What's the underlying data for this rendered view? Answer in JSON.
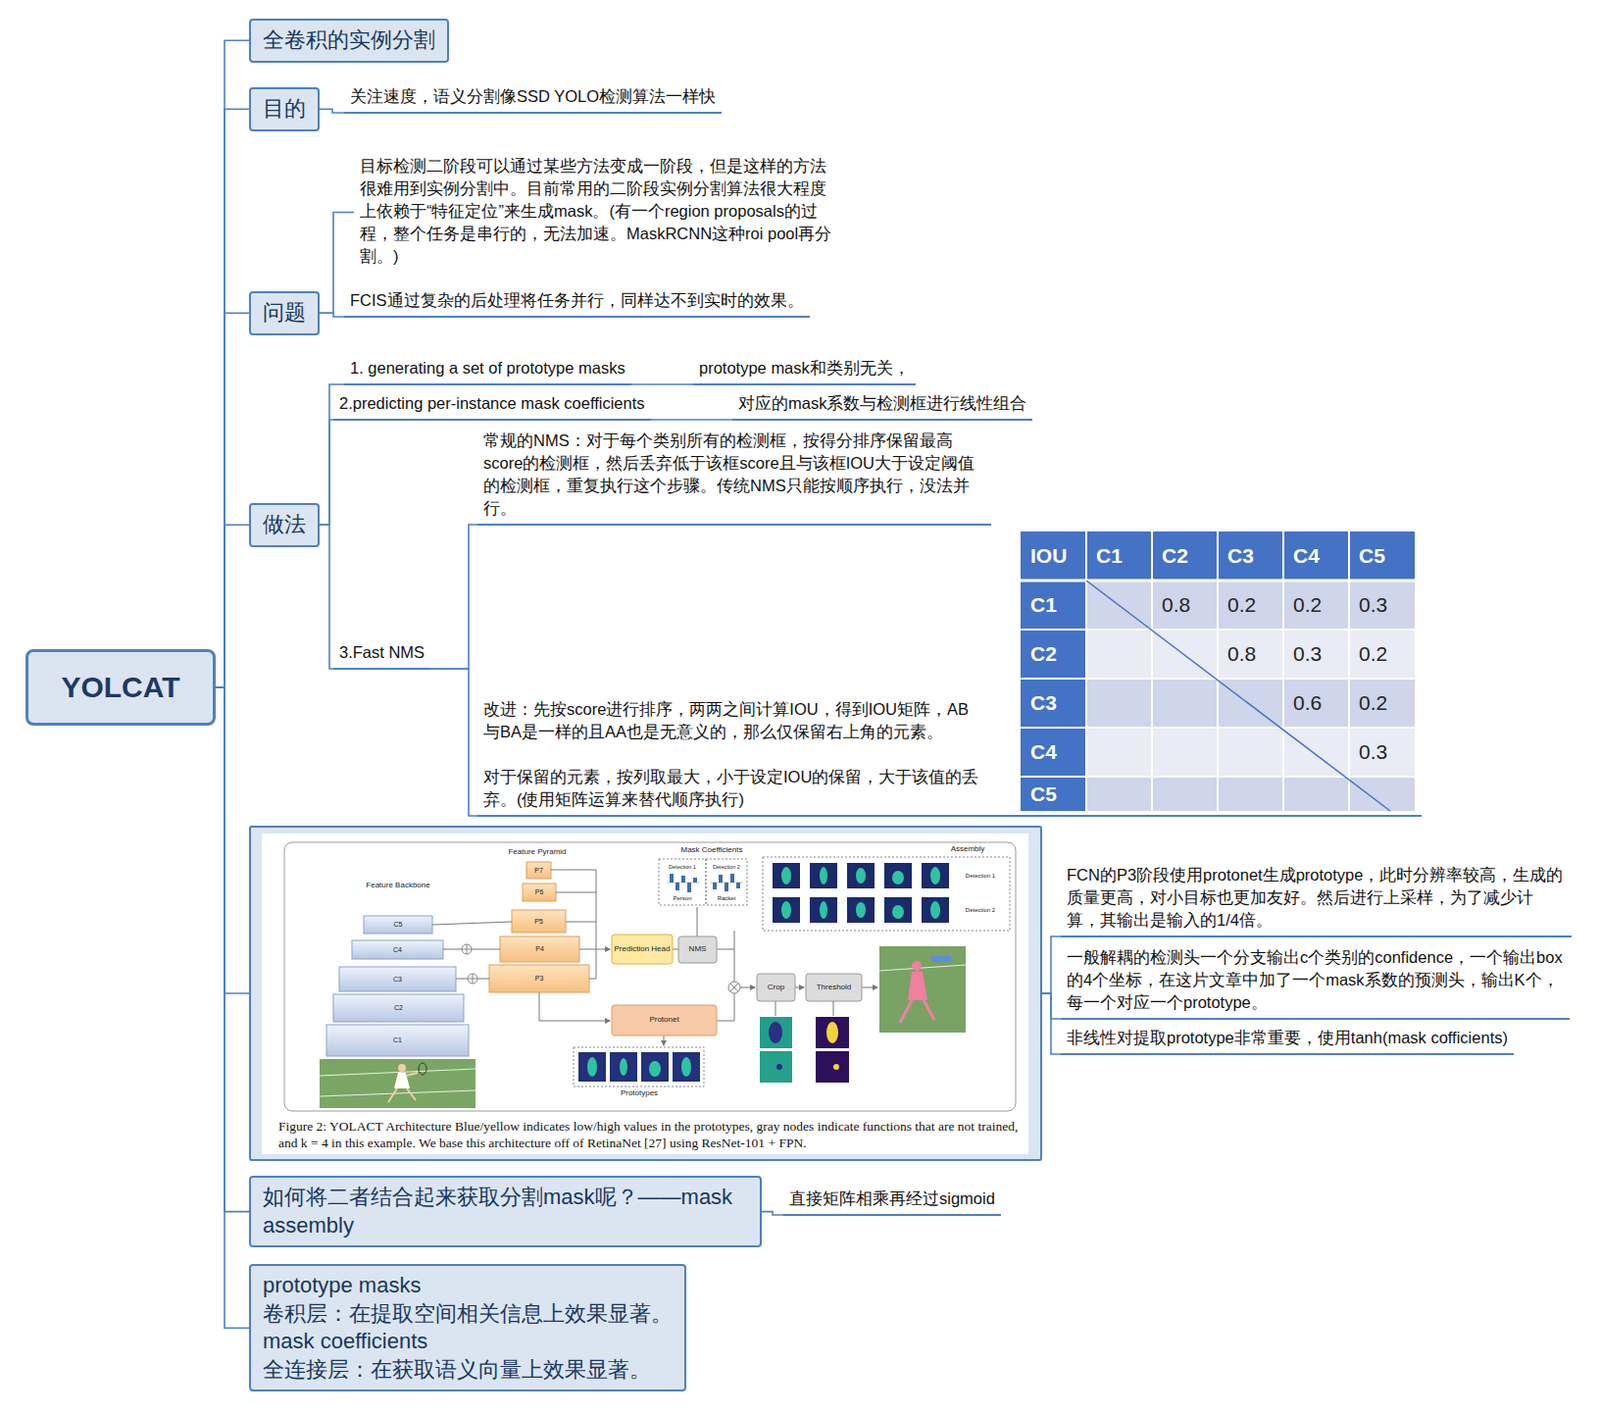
{
  "diagram": {
    "nodes": [
      {
        "text": [
          "YOLCAT"
        ]
      },
      {
        "text": [
          "全卷积的实例分割"
        ]
      },
      {
        "text": [
          "目的"
        ]
      },
      {
        "text": [
          "关注速度，语义分割像SSD YOLO检测算法一样快"
        ]
      },
      {
        "text": [
          "问题"
        ]
      },
      {
        "text": [
          "目标检测二阶段可以通过某些方法变成一阶段，但是这样的方法很难用到实例分割中。目前常用的二阶段实例分割算法很大程度上依赖于“特征定位”来生成mask。(有一个region proposals的过程，整个任务是串行的，无法加速。MaskRCNN这种roi pool再分割。)"
        ]
      },
      {
        "text": [
          "FCIS通过复杂的后处理将任务并行，同样达不到实时的效果。"
        ]
      },
      {
        "text": [
          "做法"
        ]
      },
      {
        "text": [
          "1. generating a set of prototype masks"
        ]
      },
      {
        "text": [
          "prototype mask和类别无关，"
        ]
      },
      {
        "text": [
          "2.predicting per-instance mask coefficients"
        ]
      },
      {
        "text": [
          "对应的mask系数与检测框进行线性组合"
        ]
      },
      {
        "text": [
          "3.Fast NMS"
        ]
      },
      {
        "text": [
          "常规的NMS：对于每个类别所有的检测框，按得分排序保留最高score的检测框，然后丢弃低于该框score且与该框IOU大于设定阈值的检测框，重复执行这个步骤。传统NMS只能按顺序执行，没法并行。"
        ]
      },
      {
        "text": [
          "改进：先按score进行排序，两两之间计算IOU，得到IOU矩阵，AB与BA是一样的且AA也是无意义的，那么仅保留右上角的元素。",
          "对于保留的元素，按列取最大，小于设定IOU的保留，大于该值的丢弃。(使用矩阵运算来替代顺序执行)"
        ]
      },
      {
        "text": [
          "Figure 2: YOLACT Architecture Blue/yellow indicates low/high values in the prototypes, gray nodes indicate functions that are not trained, and k = 4 in this example. We base this architecture off of RetinaNet [27] using ResNet-101 + FPN."
        ]
      },
      {
        "text": [
          "FCN的P3阶段使用protonet生成prototype，此时分辨率较高，生成的质量更高，对小目标也更加友好。然后进行上采样，为了减少计算，其输出是输入的1/4倍。"
        ]
      },
      {
        "text": [
          "一般解耦的检测头一个分支输出c个类别的confidence，一个输出box的4个坐标，在这片文章中加了一个mask系数的预测头，输出K个，每一个对应一个prototype。"
        ]
      },
      {
        "text": [
          "非线性对提取prototype非常重要，使用tanh(mask cofficients)"
        ]
      },
      {
        "text": [
          "如何将二者结合起来获取分割mask呢？——mask assembly"
        ]
      },
      {
        "text": [
          "直接矩阵相乘再经过sigmoid"
        ]
      },
      {
        "text": [
          "prototype masks",
          "卷积层：在提取空间相关信息上效果显著。",
          "mask coefficients",
          "全连接层：在获取语义向量上效果显著。"
        ]
      }
    ],
    "edges": [
      {
        "from": 0,
        "to": 1,
        "arrow": "none"
      },
      {
        "from": 0,
        "to": 2,
        "arrow": "none"
      },
      {
        "from": 2,
        "to": 3,
        "arrow": "none"
      },
      {
        "from": 0,
        "to": 4,
        "arrow": "none"
      },
      {
        "from": 4,
        "to": 5,
        "arrow": "none"
      },
      {
        "from": 4,
        "to": 6,
        "arrow": "none"
      },
      {
        "from": 0,
        "to": 7,
        "arrow": "none"
      },
      {
        "from": 7,
        "to": 8,
        "arrow": "none"
      },
      {
        "from": 8,
        "to": 9,
        "arrow": "none"
      },
      {
        "from": 7,
        "to": 10,
        "arrow": "none"
      },
      {
        "from": 10,
        "to": 11,
        "arrow": "none"
      },
      {
        "from": 7,
        "to": 12,
        "arrow": "none"
      },
      {
        "from": 12,
        "to": 13,
        "arrow": "none"
      },
      {
        "from": 12,
        "to": 14,
        "arrow": "none"
      },
      {
        "from": 0,
        "to": 15,
        "arrow": "none"
      },
      {
        "from": 15,
        "to": 16,
        "arrow": "none"
      },
      {
        "from": 15,
        "to": 17,
        "arrow": "none"
      },
      {
        "from": 15,
        "to": 18,
        "arrow": "none"
      },
      {
        "from": 0,
        "to": 19,
        "arrow": "none"
      },
      {
        "from": 19,
        "to": 20,
        "arrow": "none"
      },
      {
        "from": 0,
        "to": 21,
        "arrow": "none"
      }
    ],
    "labels": [
      "IOU",
      "C1",
      "C2",
      "C3",
      "C4",
      "C5",
      "C1",
      "0.8",
      "0.2",
      "0.2",
      "0.3",
      "C2",
      "0.8",
      "0.3",
      "0.2",
      "C3",
      "0.6",
      "0.2",
      "C4",
      "0.3",
      "C5",
      "Feature Pyramid",
      "Mask Coefficients",
      "Assembly",
      "Feature Backbone",
      "P7",
      "P6",
      "P5",
      "P4",
      "P3",
      "C5",
      "C4",
      "C3",
      "C2",
      "C1",
      "Detection 1",
      "Detection 2",
      "Person",
      "Racket",
      "Detection 1",
      "Detection 2",
      "Prediction Head",
      "NMS",
      "Crop",
      "Threshold",
      "Protonet",
      "Prototypes"
    ]
  }
}
